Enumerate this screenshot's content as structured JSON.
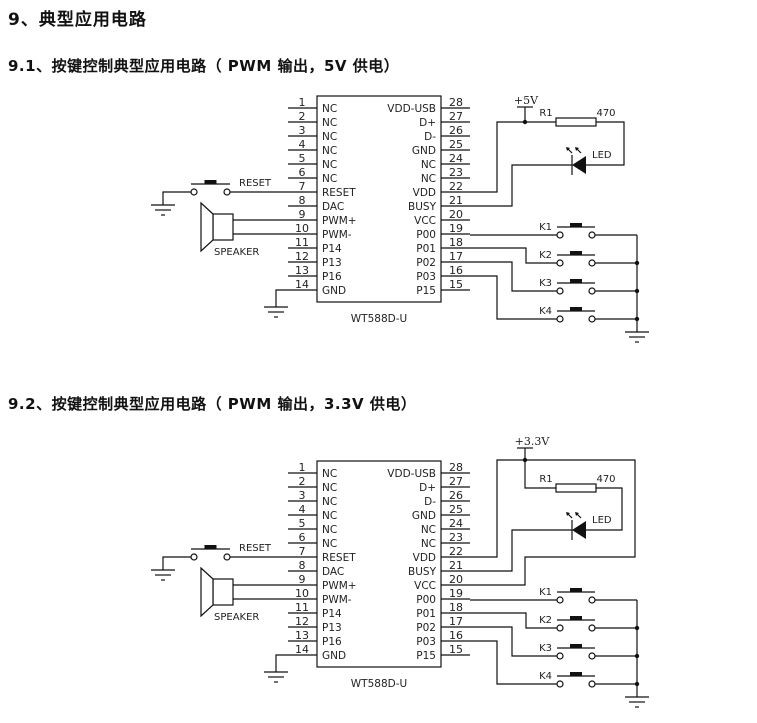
{
  "section_title": "9、典型应用电路",
  "circuits": [
    {
      "heading": "9.1、按键控制典型应用电路（ PWM 输出，5V 供电）",
      "supply_label": "+5V",
      "variant": "5v"
    },
    {
      "heading": "9.2、按键控制典型应用电路（ PWM 输出，3.3V 供电）",
      "supply_label": "+3.3V",
      "variant": "3v3"
    }
  ],
  "chip": {
    "part_name": "WT588D-U",
    "left_pins": [
      {
        "num": "1",
        "name": "NC"
      },
      {
        "num": "2",
        "name": "NC"
      },
      {
        "num": "3",
        "name": "NC"
      },
      {
        "num": "4",
        "name": "NC"
      },
      {
        "num": "5",
        "name": "NC"
      },
      {
        "num": "6",
        "name": "NC"
      },
      {
        "num": "7",
        "name": "RESET"
      },
      {
        "num": "8",
        "name": "DAC"
      },
      {
        "num": "9",
        "name": "PWM+"
      },
      {
        "num": "10",
        "name": "PWM-"
      },
      {
        "num": "11",
        "name": "P14"
      },
      {
        "num": "12",
        "name": "P13"
      },
      {
        "num": "13",
        "name": "P16"
      },
      {
        "num": "14",
        "name": "GND"
      }
    ],
    "right_pins": [
      {
        "num": "28",
        "name": "VDD-USB"
      },
      {
        "num": "27",
        "name": "D+"
      },
      {
        "num": "26",
        "name": "D-"
      },
      {
        "num": "25",
        "name": "GND"
      },
      {
        "num": "24",
        "name": "NC"
      },
      {
        "num": "23",
        "name": "NC"
      },
      {
        "num": "22",
        "name": "VDD"
      },
      {
        "num": "21",
        "name": "BUSY"
      },
      {
        "num": "20",
        "name": "VCC"
      },
      {
        "num": "19",
        "name": "P00"
      },
      {
        "num": "18",
        "name": "P01"
      },
      {
        "num": "17",
        "name": "P02"
      },
      {
        "num": "16",
        "name": "P03"
      },
      {
        "num": "15",
        "name": "P15"
      }
    ]
  },
  "components": {
    "reset_label": "RESET",
    "speaker_label": "SPEAKER",
    "resistor_label": "R1",
    "resistor_value": "470",
    "led_label": "LED",
    "keys": [
      "K1",
      "K2",
      "K3",
      "K4"
    ]
  }
}
